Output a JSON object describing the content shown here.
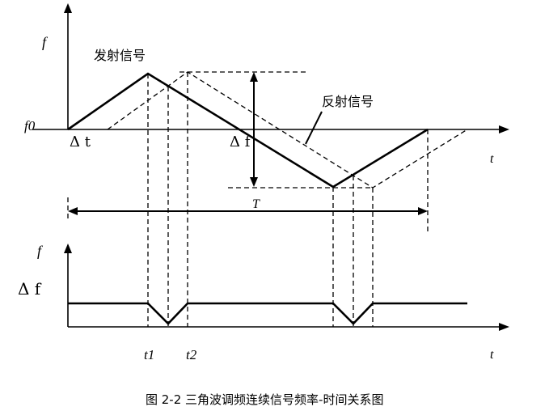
{
  "labels": {
    "f_top": "f",
    "f0": "f0",
    "transmitted": "发射信号",
    "reflected": "反射信号",
    "delta_t": "Δ t",
    "delta_f_mid": "Δ f",
    "t_top": "t",
    "period": "T",
    "f_bottom": "f",
    "delta_f_bottom": "Δ f",
    "t1": "t1",
    "t2": "t2",
    "t_bottom": "t"
  },
  "caption": "图 2-2 三角波调频连续信号频率-时间关系图"
}
